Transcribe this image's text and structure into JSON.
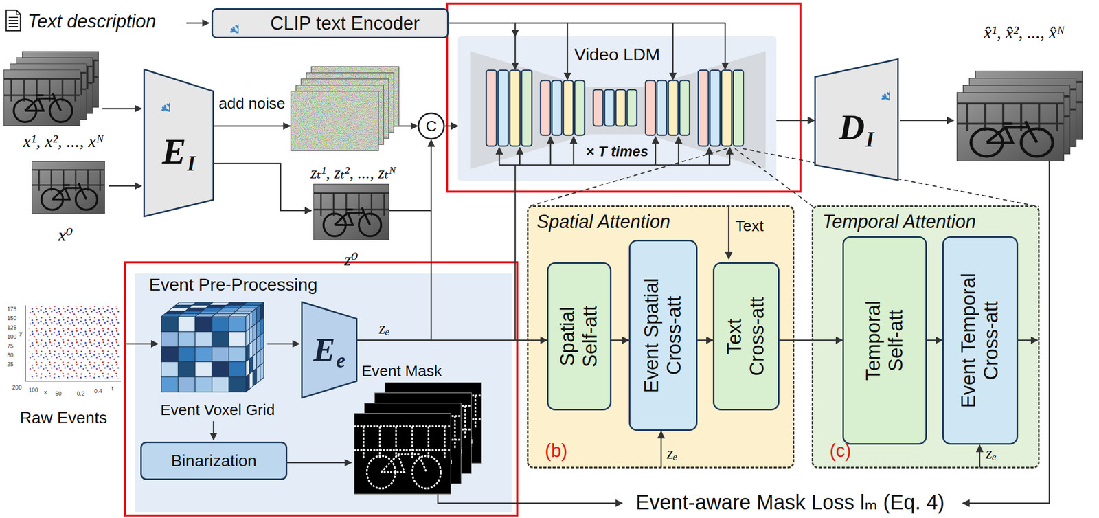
{
  "diagram": {
    "nodes": [
      {
        "text": [
          "CLIP text Encoder"
        ]
      },
      {
        "text": [
          "Video LDM"
        ]
      },
      {
        "text": [
          "E",
          "I"
        ]
      },
      {
        "text": [
          "C"
        ]
      },
      {
        "text": [
          "D",
          "I"
        ]
      },
      {
        "text": [
          "Event Pre-Processing"
        ]
      },
      {
        "text": [
          "E",
          "e"
        ],
        "in": 5
      },
      {
        "text": [
          "Binarization"
        ],
        "in": 5
      },
      {
        "text": [
          "Spatial Attention"
        ]
      },
      {
        "text": [
          "Spatial Self-att"
        ],
        "in": 8
      },
      {
        "text": [
          "Event Spatial Cross-att"
        ],
        "in": 8
      },
      {
        "text": [
          "Text Cross-att"
        ],
        "in": 8
      },
      {
        "text": [
          "Temporal Attention"
        ]
      },
      {
        "text": [
          "Temporal Self-att"
        ],
        "in": 12
      },
      {
        "text": [
          "Event Temporal Cross-att"
        ],
        "in": 12
      }
    ],
    "edges": [
      {
        "from": 0,
        "to": 1,
        "arrow": "to"
      },
      {
        "from": 2,
        "to": 3,
        "arrow": "to"
      },
      {
        "from": 3,
        "to": 1,
        "arrow": "to"
      },
      {
        "from": 1,
        "to": 4,
        "arrow": "to"
      },
      {
        "from": 6,
        "to": 3,
        "arrow": "to"
      },
      {
        "from": 6,
        "to": 9,
        "arrow": "to"
      },
      {
        "from": 9,
        "to": 10,
        "arrow": "to"
      },
      {
        "from": 10,
        "to": 11,
        "arrow": "to"
      },
      {
        "from": 11,
        "to": 13,
        "arrow": "to"
      },
      {
        "from": 13,
        "to": 14,
        "arrow": "to"
      }
    ],
    "labels": [
      "Text description",
      "x¹, x², ..., xᴺ",
      "x⁰",
      "add noise",
      "zₜ¹, zₜ², ..., zₜᴺ",
      "z⁰",
      "× T times",
      "x̂¹, x̂², ..., x̂ᴺ",
      "zₑ",
      "Event Mask",
      "Event Voxel Grid",
      "Raw Events",
      "Text",
      "zₑ",
      "(b)",
      "zₑ",
      "(c)",
      "Event-aware Mask Loss lₘ (Eq. 4)",
      "175",
      "150",
      "125",
      "100",
      "75",
      "50",
      "25",
      "y",
      "200",
      "100",
      "x",
      "50",
      "0.2",
      "0.4",
      "t"
    ]
  }
}
